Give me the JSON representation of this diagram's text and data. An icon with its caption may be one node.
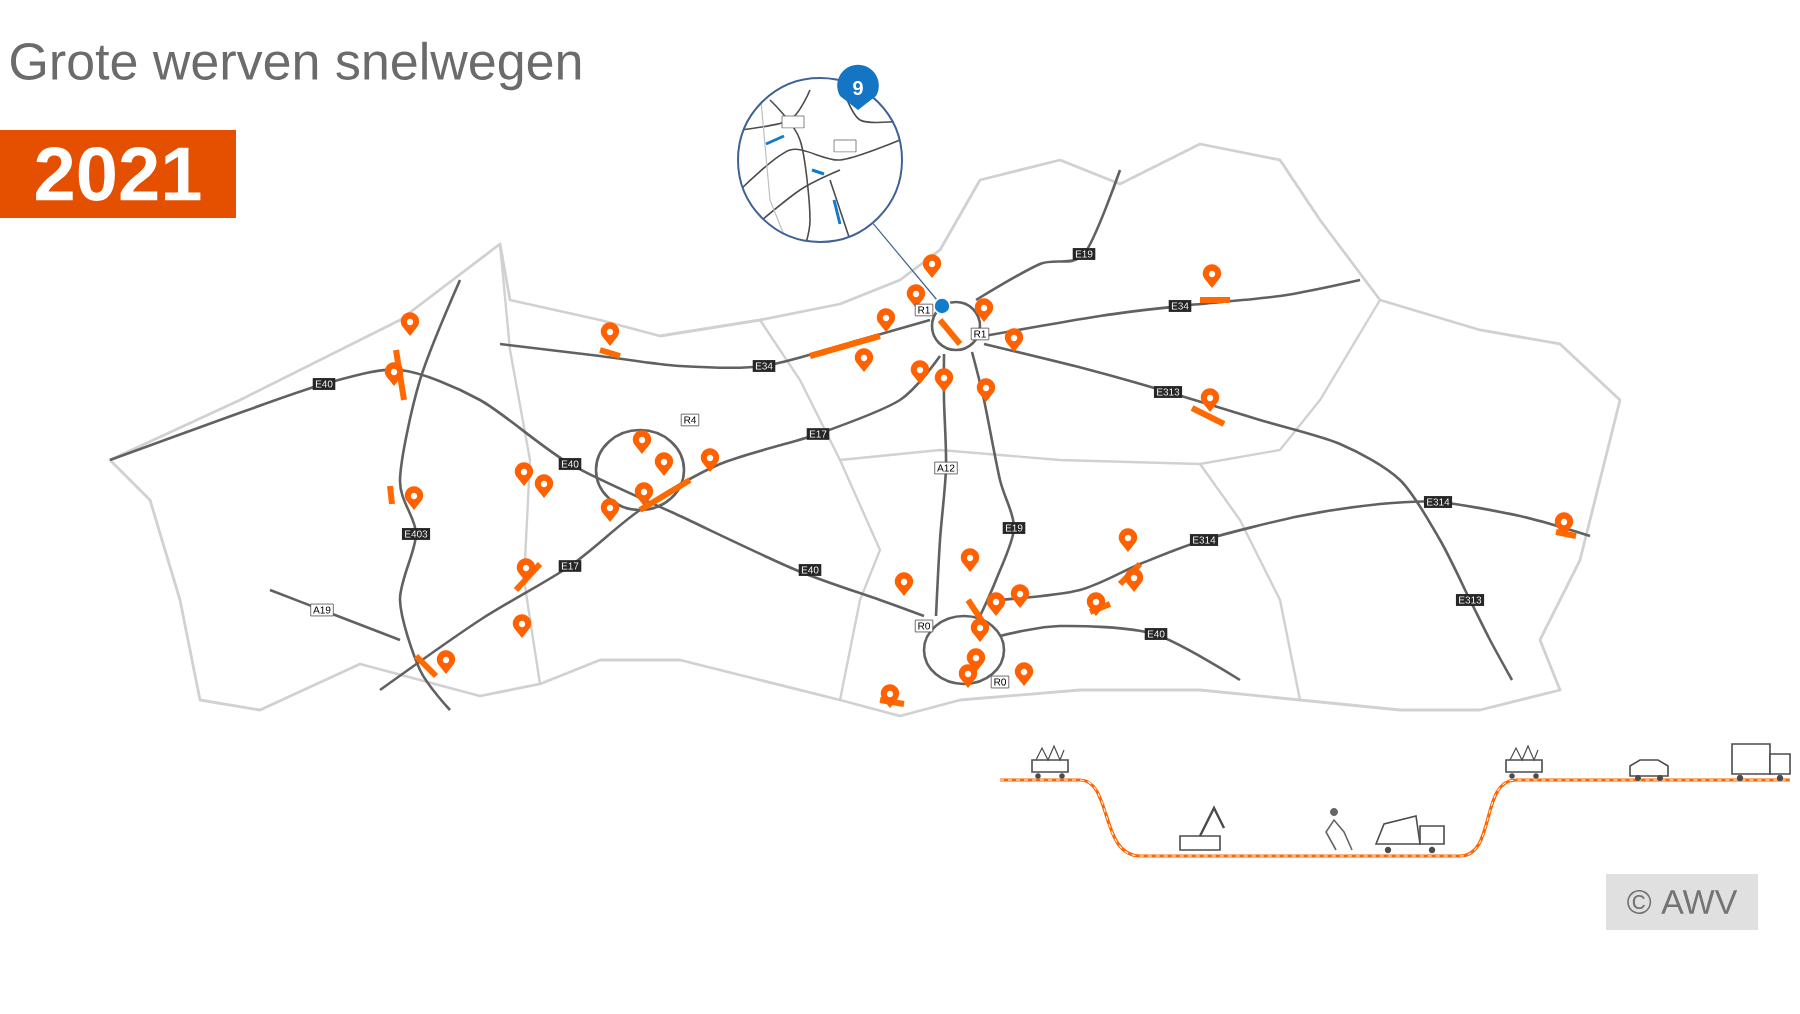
{
  "diagram": {
    "title": "Grote werven snelwegen",
    "nodes": [
      {
        "text": [],
        "shape": "circle"
      },
      {
        "text": [],
        "shape": "circle"
      }
    ],
    "edges": [
      {
        "from": 0,
        "to": 1,
        "arrow": "none"
      }
    ],
    "labels": [
      "2021",
      "9",
      "E19",
      "R1",
      "R1",
      "E34",
      "E34",
      "E40",
      "E313",
      "R4",
      "E17",
      "E40",
      "A12",
      "E314",
      "E19",
      "E403",
      "E314",
      "E17",
      "E40",
      "E313",
      "A19",
      "R0",
      "E40",
      "R0",
      "© AWV"
    ]
  }
}
